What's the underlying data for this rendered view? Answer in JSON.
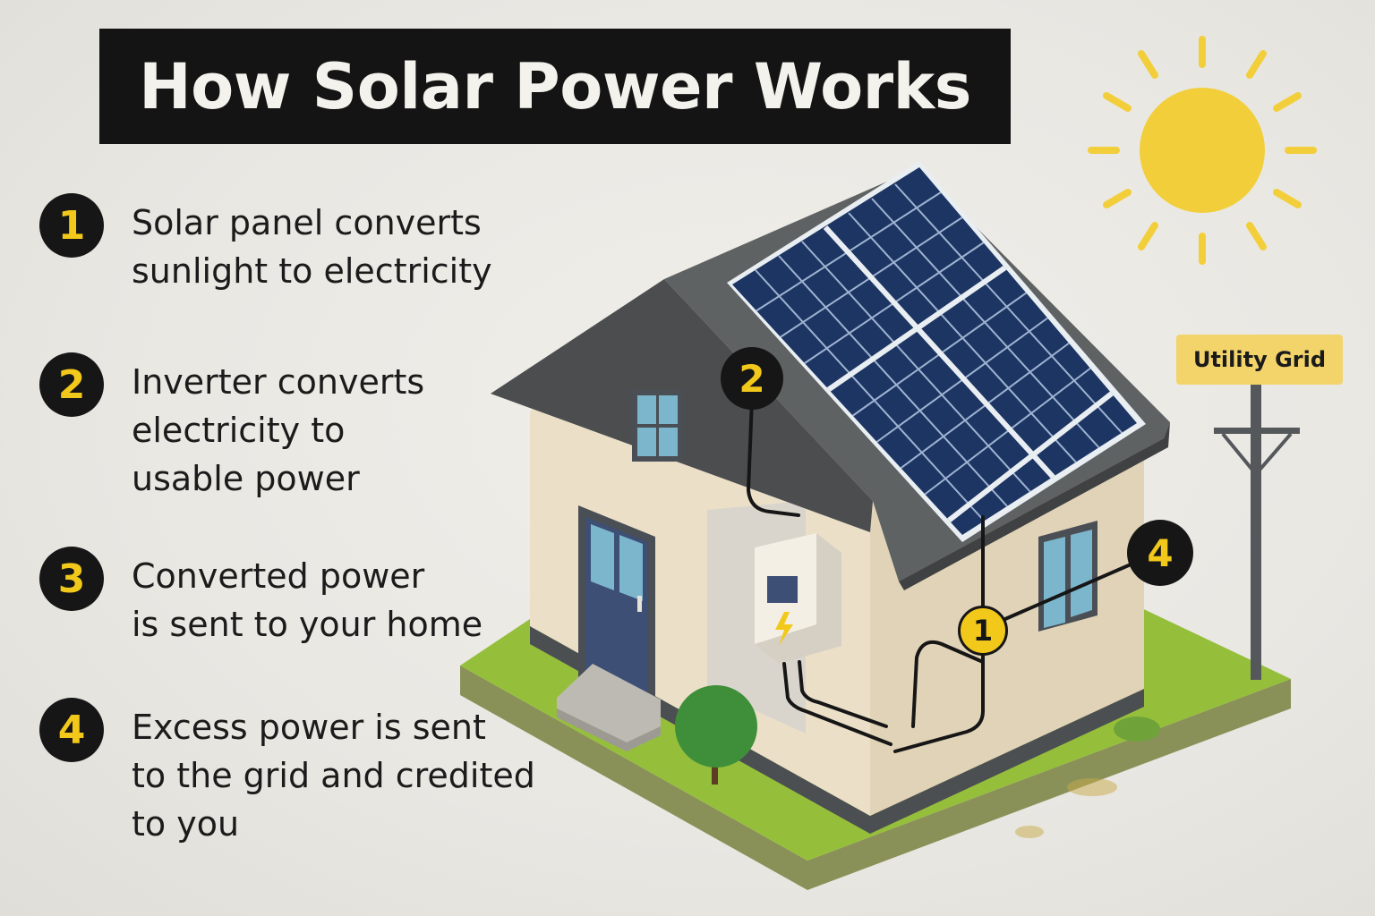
{
  "title": "How Solar Power Works",
  "steps": [
    {
      "number": "1",
      "text": "Solar panel converts\nsunlight to electricity"
    },
    {
      "number": "2",
      "text": "Inverter converts\nelectricity to\nusable power"
    },
    {
      "number": "3",
      "text": "Converted power\nis sent to your home"
    },
    {
      "number": "4",
      "text": "Excess power is sent\nto the grid and credited\nto you"
    }
  ],
  "labels": {
    "utility_grid": "Utility Grid"
  },
  "markers": {
    "inverter": "2",
    "panel_wire": "1",
    "grid_wire": "4"
  },
  "colors": {
    "title_bg": "#141414",
    "badge_bg": "#161616",
    "badge_number": "#f2c81b",
    "sun": "#f2cf3a",
    "panel": "#1d3563",
    "roof": "#5a5c5d",
    "wall": "#ebdfc8",
    "lawn": "#95bf3b",
    "grid_label_bg": "#f2d46b"
  },
  "icons": [
    "sun-icon",
    "lightning-bolt-icon",
    "utility-pole-icon",
    "tree-icon"
  ]
}
